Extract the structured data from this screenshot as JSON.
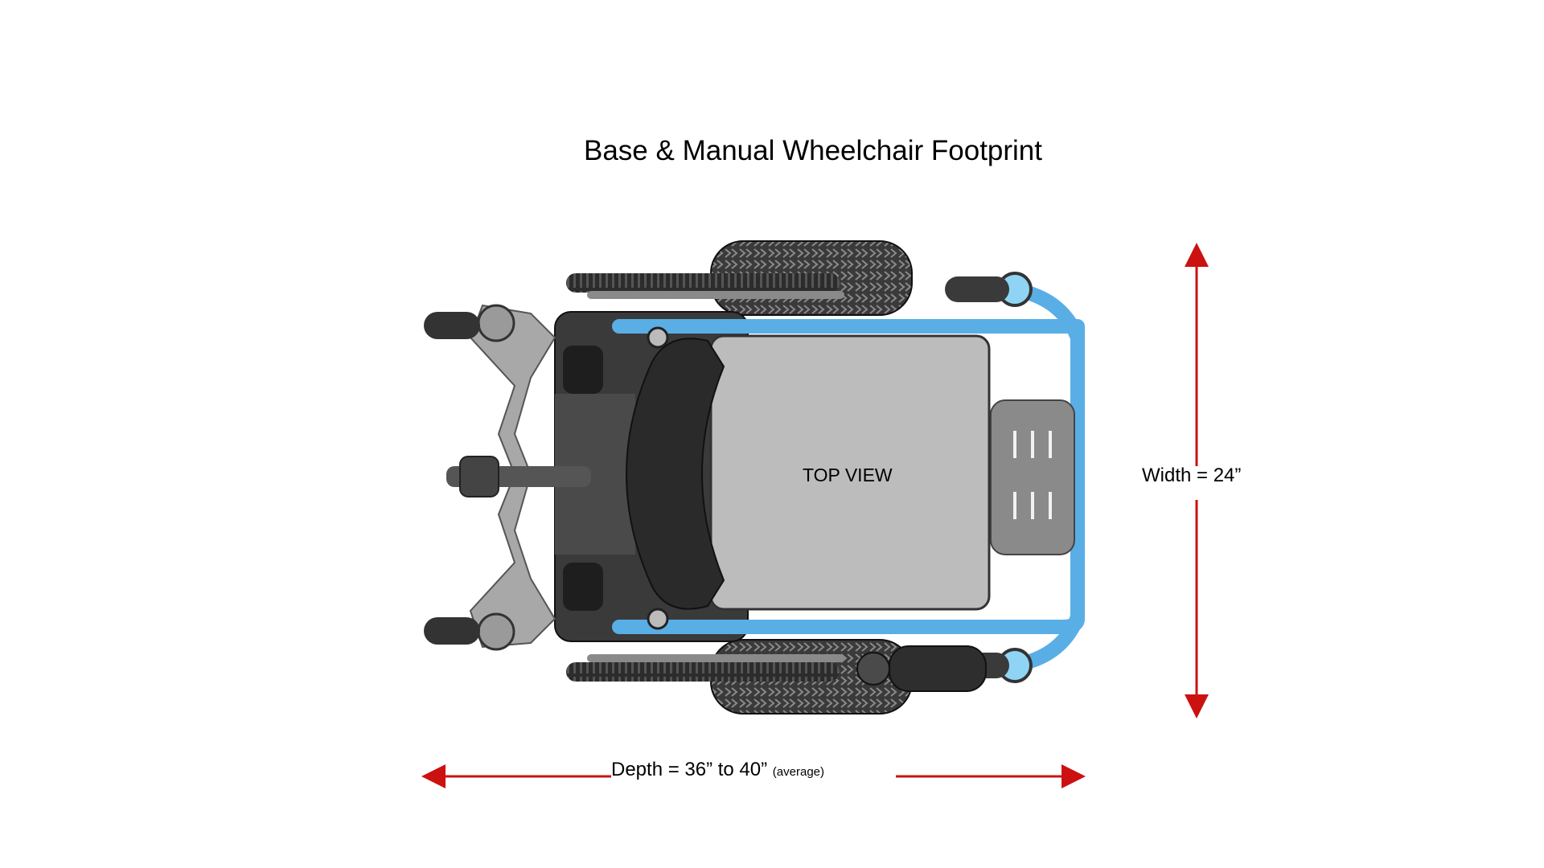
{
  "title": "Base & Manual Wheelchair Footprint",
  "view_label": "TOP VIEW",
  "width_label": "Width = 24”",
  "depth_label": "Depth = 36” to 40”",
  "depth_note": "(average)",
  "colors": {
    "arrow": "#cc1111",
    "frame": "#5aaee6",
    "seat": "#bcbcbc",
    "dark": "#2a2a2a",
    "metal": "#9a9a9a"
  }
}
